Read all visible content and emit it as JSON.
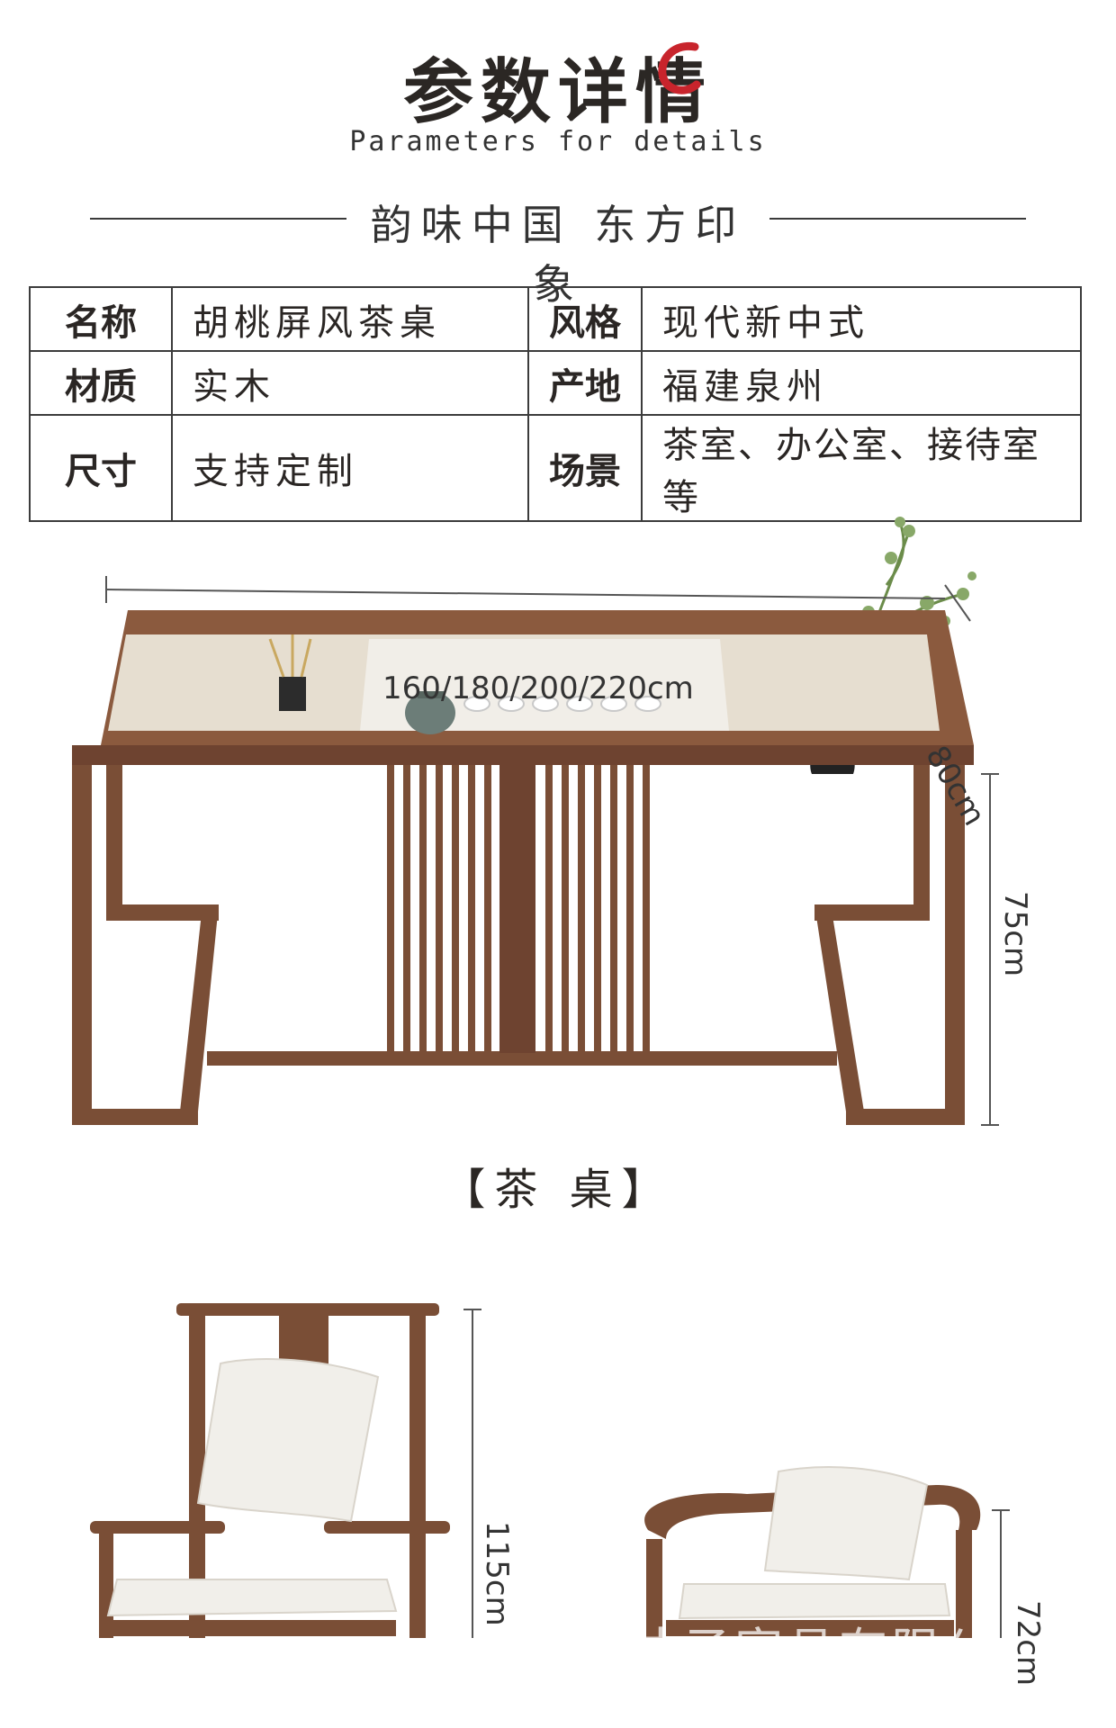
{
  "header": {
    "title": "参数详情",
    "subtitle": "Parameters for details",
    "slogan": "韵味中国  东方印象"
  },
  "params": {
    "rows": [
      {
        "k1": "名称",
        "v1": "胡桃屏风茶桌",
        "k2": "风格",
        "v2": "现代新中式"
      },
      {
        "k1": "材质",
        "v1": "实木",
        "k2": "产地",
        "v2": "福建泉州"
      },
      {
        "k1": "尺寸",
        "v1": "支持定制",
        "k2": "场景",
        "v2": "茶室、办公室、接待室等"
      }
    ]
  },
  "table_product": {
    "width_label": "160/180/200/220cm",
    "depth_label": "80cm",
    "height_label": "75cm",
    "caption": "【茶 桌】"
  },
  "chairs": {
    "chair1_height": "115cm",
    "chair2_height": "72cm"
  },
  "watermark": "才子家具有限公",
  "colors": {
    "wood": "#7a4e36",
    "wood_dark": "#5e3a27",
    "cushion": "#f1efea",
    "seal_red": "#c8242c"
  }
}
